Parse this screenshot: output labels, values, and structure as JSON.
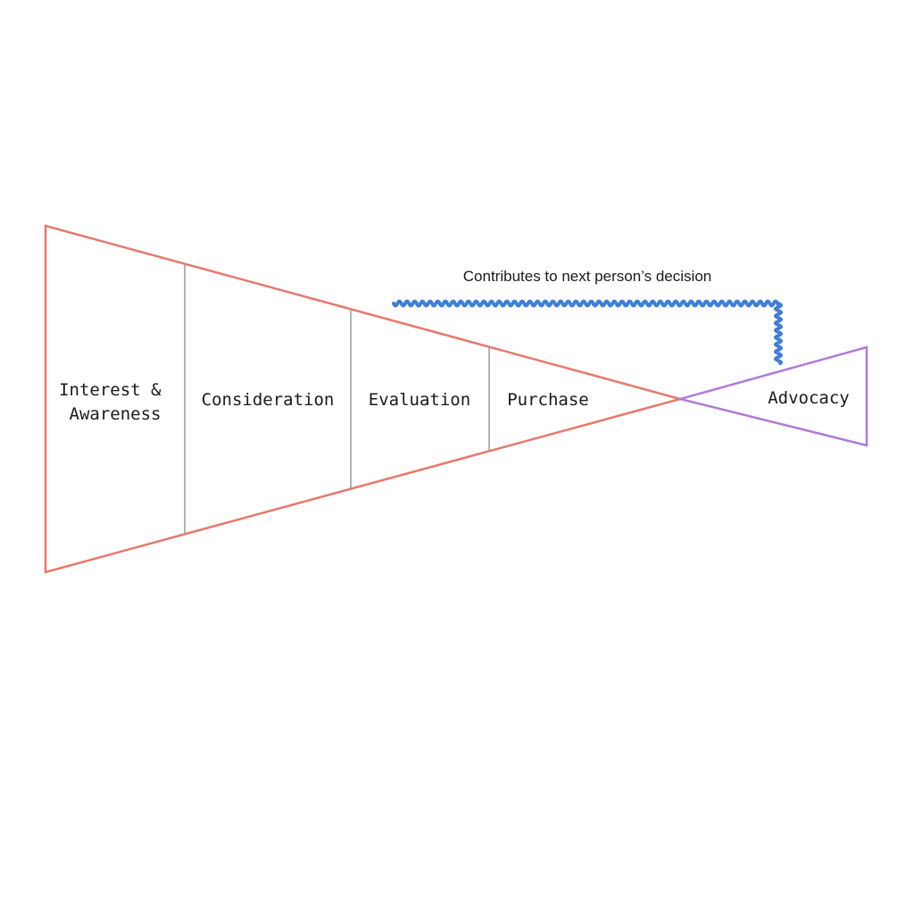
{
  "colors": {
    "funnel_stroke": "#e8776b",
    "divider_stroke": "#9a9a9a",
    "advocacy_stroke": "#b07ad8",
    "feedback_arrow": "#3f7fd6",
    "text": "#1a1a1a",
    "background": "#ffffff"
  },
  "funnel": {
    "stages": [
      {
        "line1": "Interest &",
        "line2": "Awareness"
      },
      {
        "line1": "Consideration"
      },
      {
        "line1": "Evaluation"
      },
      {
        "line1": "Purchase"
      }
    ]
  },
  "advocacy": {
    "label": "Advocacy"
  },
  "feedback": {
    "label": "Contributes to next person’s decision",
    "icon": "wavy-line"
  }
}
